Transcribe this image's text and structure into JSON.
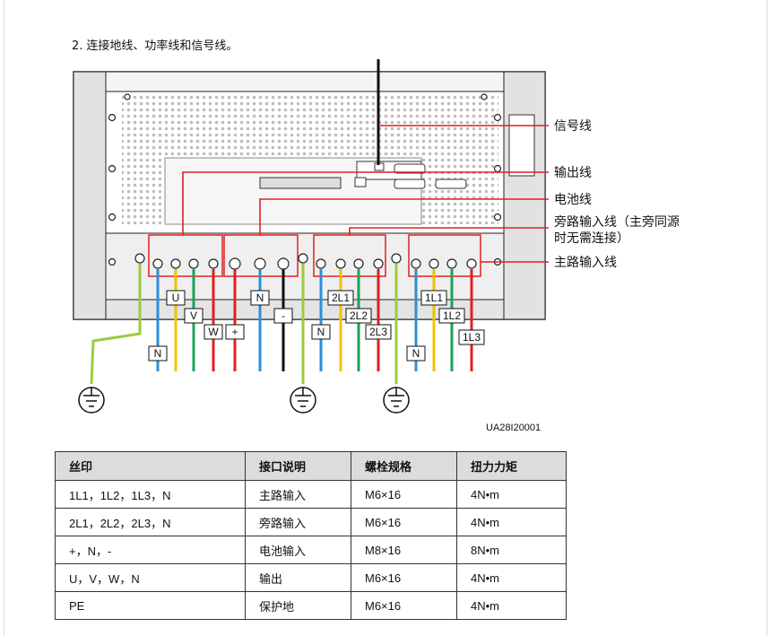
{
  "step": {
    "number": "2.",
    "text": "连接地线、功率线和信号线。"
  },
  "diagram": {
    "callouts": {
      "signal": "信号线",
      "output": "输出线",
      "battery": "电池线",
      "bypass_line1": "旁路输入线（主旁同源",
      "bypass_line2": "时无需连接）",
      "mains": "主路输入线"
    },
    "wire_labels": {
      "out_u": "U",
      "out_v": "V",
      "out_w": "W",
      "out_n": "N",
      "bat_plus": "+",
      "bat_n": "N",
      "bat_minus": "-",
      "byp_n": "N",
      "byp_2l1": "2L1",
      "byp_2l2": "2L2",
      "byp_2l3": "2L3",
      "main_n": "N",
      "main_1l1": "1L1",
      "main_1l2": "1L2",
      "main_1l3": "1L3"
    },
    "wire_colors": {
      "blue": "#2e8fd6",
      "yellow": "#f2c200",
      "green": "#1aa35a",
      "red": "#e02020",
      "black": "#111111",
      "pe": "#9ccb3b"
    },
    "figure_id": "UA28I20001"
  },
  "table": {
    "headers": [
      "丝印",
      "接口说明",
      "螺栓规格",
      "扭力力矩"
    ],
    "rows": [
      [
        "1L1，1L2，1L3，N",
        "主路输入",
        "M6×16",
        "4N•m"
      ],
      [
        "2L1，2L2，2L3，N",
        "旁路输入",
        "M6×16",
        "4N•m"
      ],
      [
        "+，N，-",
        "电池输入",
        "M8×16",
        "8N•m"
      ],
      [
        "U，V，W，N",
        "输出",
        "M6×16",
        "4N•m"
      ],
      [
        "PE",
        "保护地",
        "M6×16",
        "4N•m"
      ]
    ]
  }
}
